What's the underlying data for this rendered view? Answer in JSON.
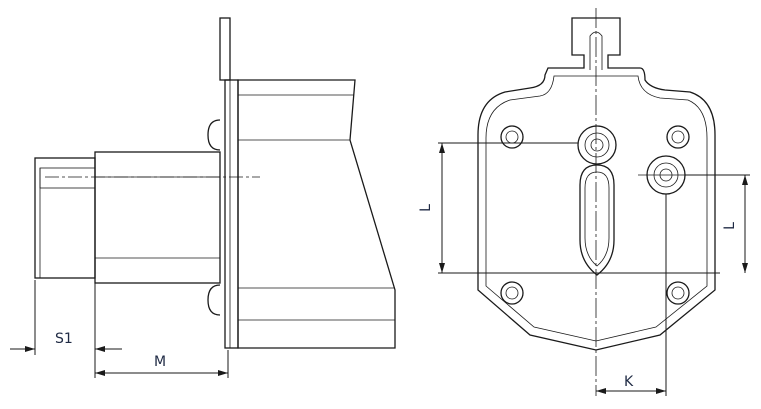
{
  "dimensions": {
    "s1": "S1",
    "m": "M",
    "l_left": "L",
    "l_right": "L",
    "k": "K"
  }
}
